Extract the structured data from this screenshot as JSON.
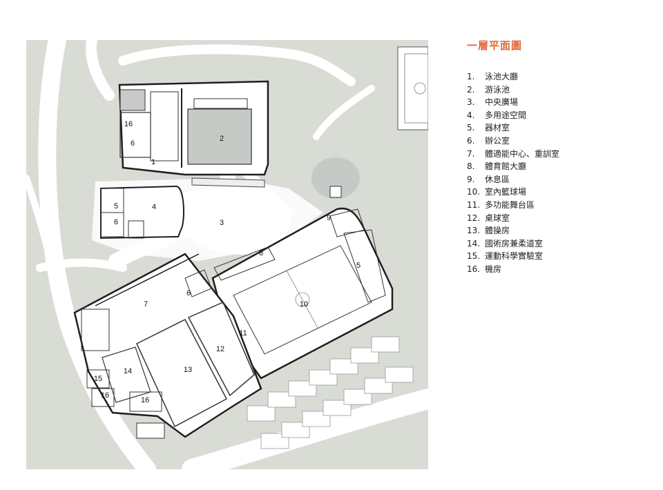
{
  "legend": {
    "title": "一層平面圖",
    "items": [
      {
        "num": "1.",
        "label": "泳池大廳"
      },
      {
        "num": "2.",
        "label": "游泳池"
      },
      {
        "num": "3.",
        "label": "中央廣場"
      },
      {
        "num": "4.",
        "label": "多用途空間"
      },
      {
        "num": "5.",
        "label": "器材室"
      },
      {
        "num": "6.",
        "label": "辦公室"
      },
      {
        "num": "7.",
        "label": "體適能中心、重訓室"
      },
      {
        "num": "8.",
        "label": "體育館大廳"
      },
      {
        "num": "9.",
        "label": "休息區"
      },
      {
        "num": "10.",
        "label": "室內籃球場"
      },
      {
        "num": "11.",
        "label": "多功能舞台區"
      },
      {
        "num": "12.",
        "label": "桌球室"
      },
      {
        "num": "13.",
        "label": "體操房"
      },
      {
        "num": "14.",
        "label": "國術房兼柔道室"
      },
      {
        "num": "15.",
        "label": "運動科學實驗室"
      },
      {
        "num": "16.",
        "label": "機房"
      }
    ]
  },
  "plan": {
    "room_labels": {
      "r1": "1",
      "r2": "2",
      "r3": "3",
      "r4": "4",
      "r5a": "5",
      "r5b": "5",
      "r6a": "6",
      "r6b": "6",
      "r6c": "6",
      "r7": "7",
      "r8": "8",
      "r9": "9",
      "r10": "10",
      "r11": "11",
      "r12": "12",
      "r13": "13",
      "r14": "14",
      "r15": "15",
      "r16a": "16",
      "r16b": "16",
      "r16c": "16"
    },
    "colors": {
      "background": "#ffffff",
      "landscape": "#d8dcd5",
      "pool": "#c6cac6",
      "walls": "#1e1e1e",
      "title_accent": "#e0673a"
    }
  }
}
